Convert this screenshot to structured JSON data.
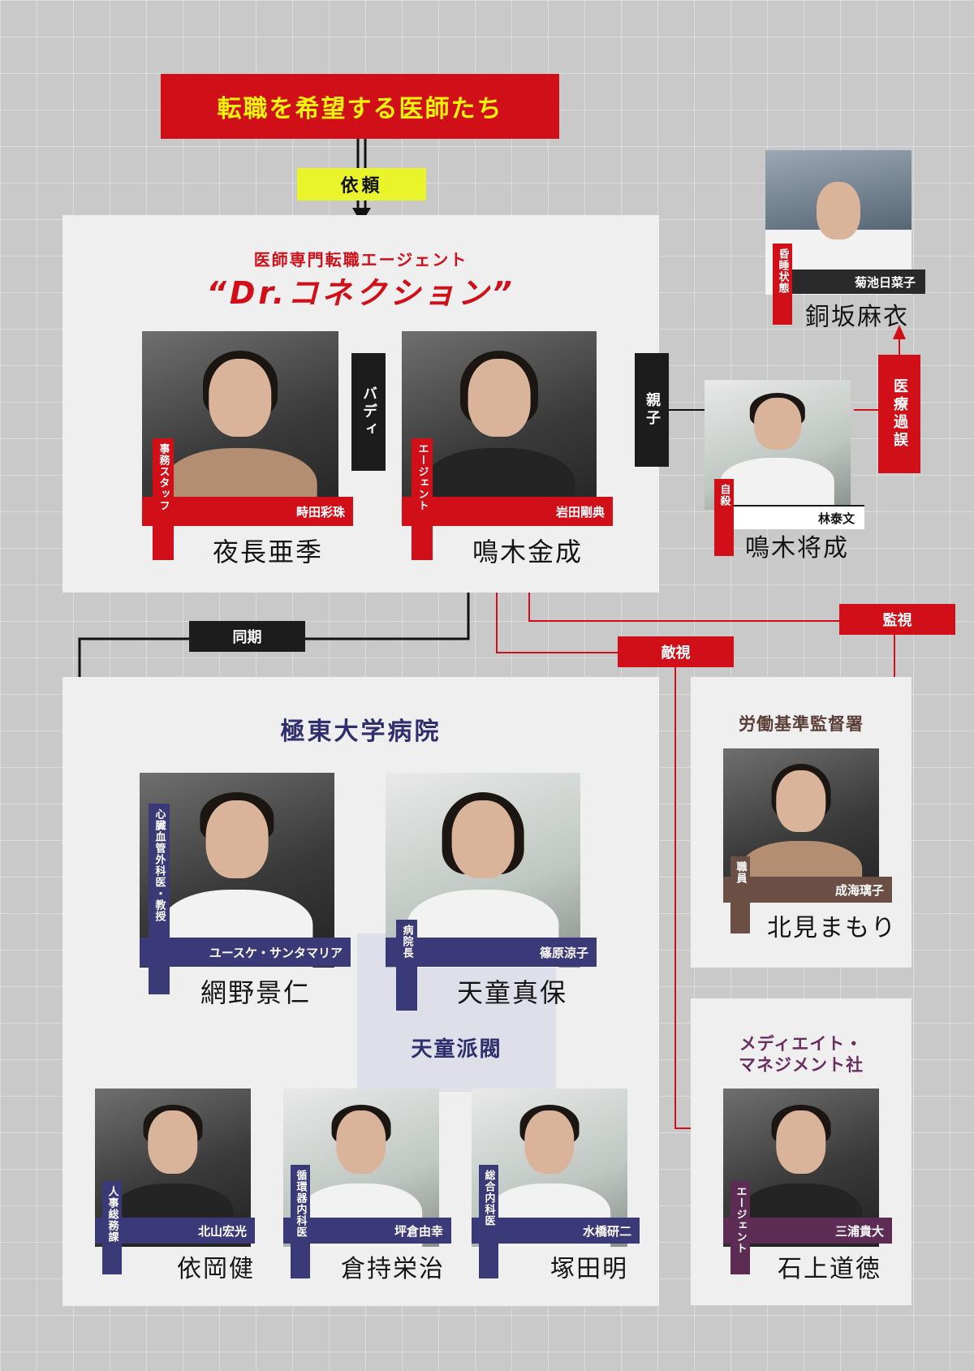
{
  "top": {
    "banner": "転職を希望する医師たち",
    "request_label": "依頼"
  },
  "agency": {
    "subtitle": "医師専門転職エージェント",
    "name": "“Dr.コネクション”",
    "buddy_label": "バディ",
    "parent_label": "親子",
    "staff": {
      "role": "事務スタッフ",
      "actor": "畤田彩珠",
      "name": "夜長亜季"
    },
    "agent": {
      "role": "エージェント",
      "actor": "岩田剛典",
      "name": "鳴木金成"
    }
  },
  "father": {
    "role": "自殺",
    "actor": "林泰文",
    "name": "鳴木将成"
  },
  "coma": {
    "role": "昏睡状態",
    "actor": "菊池日菜子",
    "name": "銅坂麻衣"
  },
  "malpractice_label": "医療過誤",
  "monitor_label": "監視",
  "hostile_label": "敵視",
  "classmate_label": "同期",
  "hospital": {
    "title": "極東大学病院",
    "faction": "天童派閥",
    "amino": {
      "role": "心臓血管外科医・教授",
      "actor": "ユースケ・サンタマリア",
      "name": "網野景仁"
    },
    "tendo": {
      "role": "病院長",
      "actor": "篠原涼子",
      "name": "天童真保"
    },
    "yoriokas": {
      "role": "人事総務課",
      "actor": "北山宏光",
      "name": "依岡健"
    },
    "kuramochi": {
      "role": "循環器内科医",
      "actor": "坪倉由幸",
      "name": "倉持栄治"
    },
    "tsukada": {
      "role": "総合内科医",
      "actor": "水橋研二",
      "name": "塚田明"
    }
  },
  "labor": {
    "title": "労働基準監督署",
    "person": {
      "role": "職員",
      "actor": "成海璃子",
      "name": "北見まもり"
    }
  },
  "medi": {
    "title_line1": "メディエイト・",
    "title_line2": "マネジメント社",
    "person": {
      "role": "エージェント",
      "actor": "三浦貴大",
      "name": "石上道徳"
    }
  },
  "colors": {
    "red": "#d10f19",
    "navy": "#2f2e6e",
    "purple": "#6a2d5f",
    "brown": "#5b3f37",
    "yellow": "#f2f20a"
  }
}
